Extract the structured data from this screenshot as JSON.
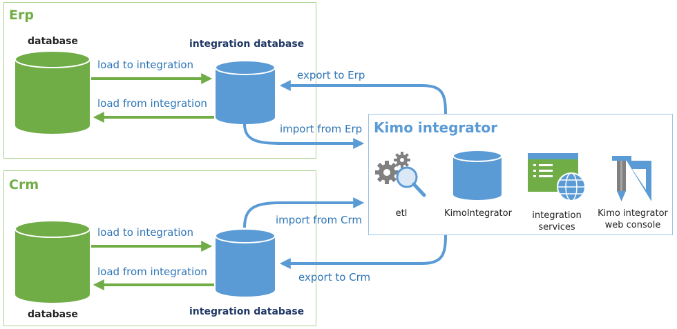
{
  "erp": {
    "title": "Erp",
    "database_label": "database",
    "integration_db_label": "integration database",
    "load_to": "load to integration",
    "load_from": "load from integration",
    "export_label": "export to Erp",
    "import_label": "import from Erp"
  },
  "crm": {
    "title": "Crm",
    "database_label": "database",
    "integration_db_label": "integration database",
    "load_to": "load to integration",
    "load_from": "load from integration",
    "import_label": "import from Crm",
    "export_label": "export to Crm"
  },
  "kimo": {
    "title": "Kimo integrator",
    "components": {
      "etl": "etl",
      "kimointegrator": "KimoIntegrator",
      "services_line1": "integration",
      "services_line2": "services",
      "console_line1": "Kimo integrator",
      "console_line2": "web console"
    }
  },
  "colors": {
    "green": "#70ad47",
    "blue": "#5b9bd5",
    "green_border": "#a9d18e",
    "blue_border": "#9dc3e6",
    "label_blue": "#2e75b6",
    "label_dark": "#203864"
  },
  "icons": [
    "database-icon",
    "gears-magnifier-icon",
    "services-globe-icon",
    "pencil-ruler-icon"
  ]
}
